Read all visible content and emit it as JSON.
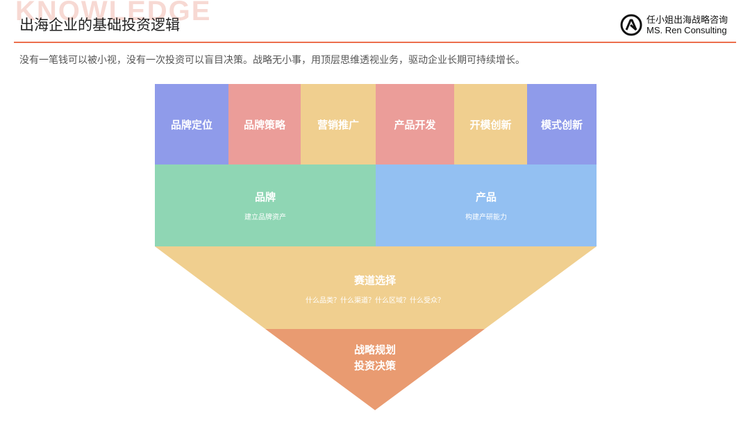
{
  "header": {
    "watermark": "KNOWLEDGE",
    "title": "出海企业的基础投资逻辑",
    "brand_cn": "任小姐出海战略咨询",
    "brand_en": "MS. Ren Consulting"
  },
  "subtitle": "没有一笔钱可以被小视，没有一次投资可以盲目决策。战略无小事，用顶层思维透视业务，驱动企业长期可持续增长。",
  "top_row": [
    {
      "label": "品牌定位",
      "color": "#8f9bea"
    },
    {
      "label": "品牌策略",
      "color": "#eb9d99"
    },
    {
      "label": "营销推广",
      "color": "#f0cf8f"
    },
    {
      "label": "产品开发",
      "color": "#eb9d99"
    },
    {
      "label": "开模创新",
      "color": "#f0cf8f"
    },
    {
      "label": "模式创新",
      "color": "#8f9bea"
    }
  ],
  "middle_row": [
    {
      "title": "品牌",
      "sub": "建立品牌资产",
      "color": "#8fd6b4"
    },
    {
      "title": "产品",
      "sub": "构建产研能力",
      "color": "#93c0f2"
    }
  ],
  "track": {
    "title": "赛道选择",
    "sub": "什么品类？什么渠道？什么区域？什么受众？",
    "color": "#f0cf8f"
  },
  "core": {
    "line1": "战略规划",
    "line2": "投资决策",
    "color": "#e99b71"
  },
  "accent_color": "#ec6f4c"
}
